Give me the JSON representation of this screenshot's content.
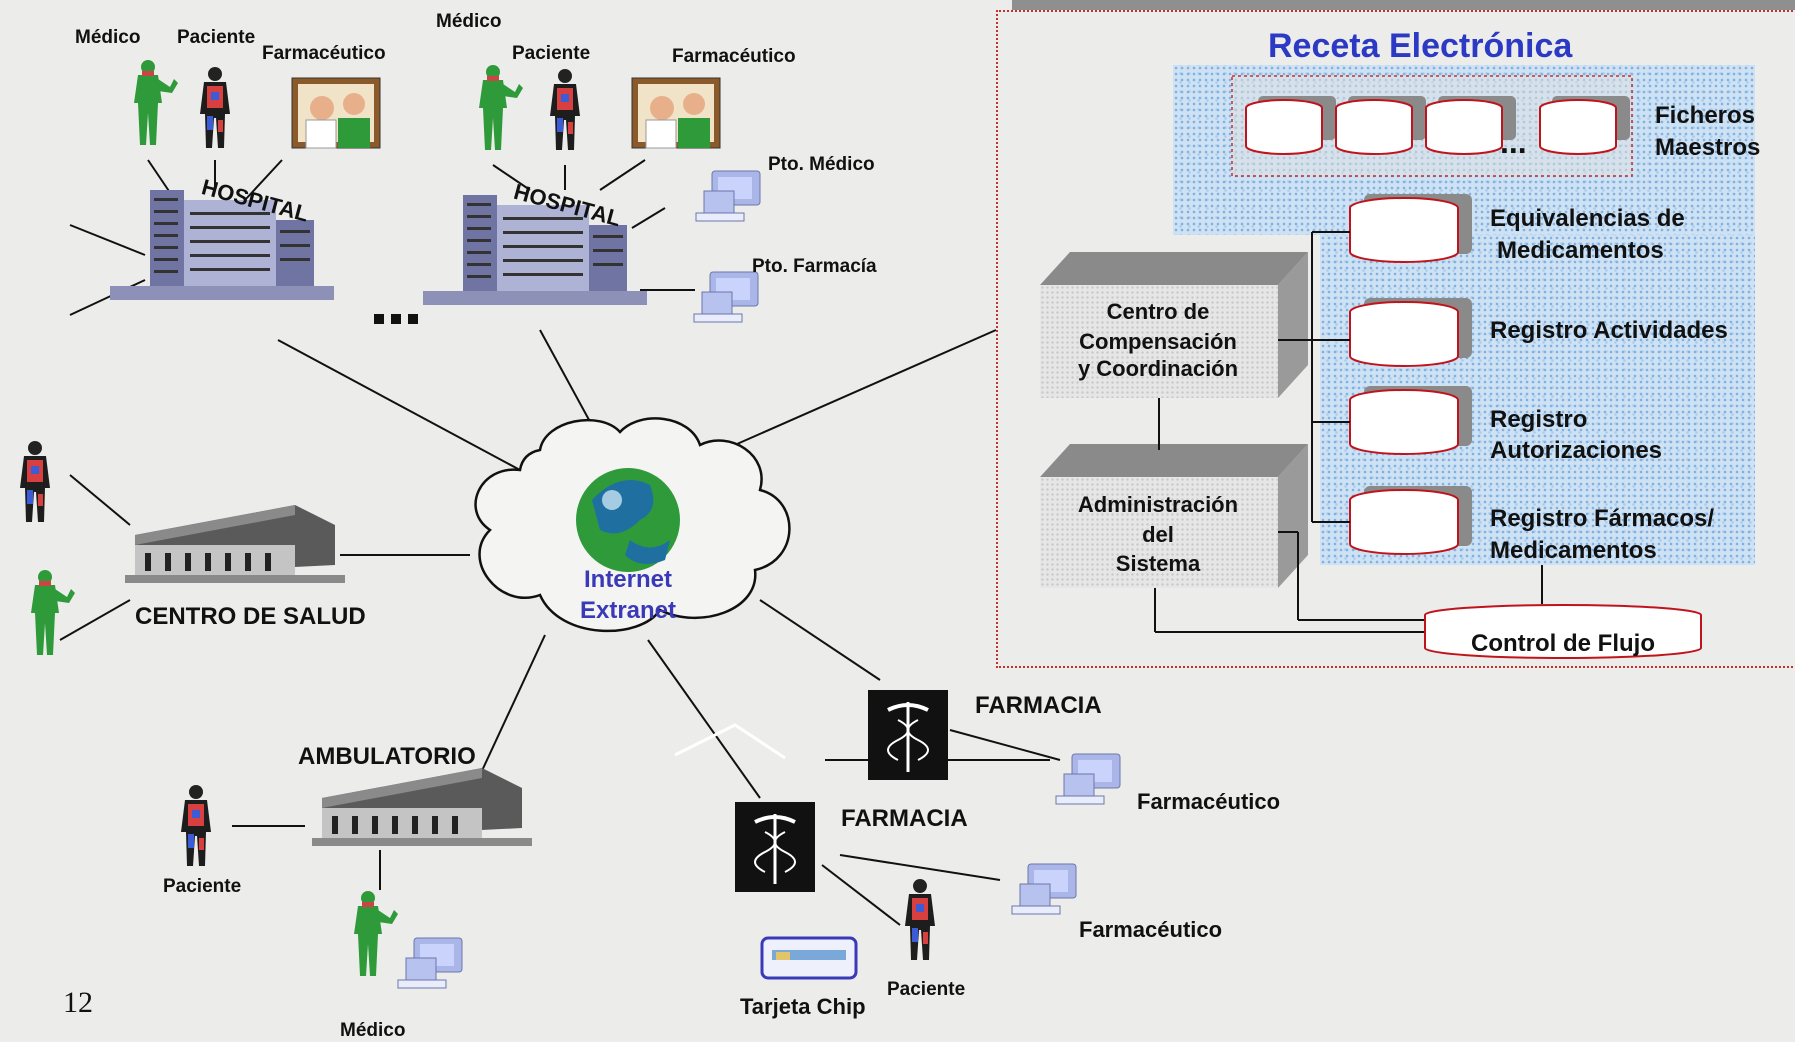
{
  "diagram": {
    "page_number": "12",
    "hospitals": {
      "hospital_a": {
        "sign": "HOSPITAL",
        "medico": "Médico",
        "paciente": "Paciente",
        "farmaceutico": "Farmacéutico"
      },
      "hospital_b": {
        "sign": "HOSPITAL",
        "medico": "Médico",
        "paciente": "Paciente",
        "farmaceutico": "Farmacéutico"
      },
      "ellipsis": "...",
      "pto_medico": "Pto. Médico",
      "pto_farmacia": "Pto. Farmacía"
    },
    "network": {
      "line1": "Internet",
      "line2": "Extranet"
    },
    "centro_salud": "CENTRO DE SALUD",
    "ambulatorio": {
      "name": "AMBULATORIO",
      "paciente": "Paciente",
      "medico": "Médico"
    },
    "farmacia_1": {
      "name": "FARMACIA",
      "farmaceutico": "Farmacéutico"
    },
    "farmacia_2": {
      "name": "FARMACIA",
      "farmaceutico": "Farmacéutico",
      "paciente": "Paciente",
      "tarjeta": "Tarjeta Chip"
    },
    "receta": {
      "title": "Receta Electrónica",
      "ficheros_1": "Ficheros",
      "ficheros_2": "Maestros",
      "dots": "...",
      "centro_1": "Centro de",
      "centro_2": "Compensación",
      "centro_3": "y Coordinación",
      "admin_1": "Administración",
      "admin_2": "del",
      "admin_3": "Sistema",
      "db1_1": "Equivalencias de",
      "db1_2": "Medicamentos",
      "db2": "Registro Actividades",
      "db3_1": "Registro",
      "db3_2": "Autorizaciones",
      "db4_1": "Registro Fármacos/",
      "db4_2": "Medicamentos",
      "control": "Control de Flujo"
    },
    "colors": {
      "accent_title": "#2b39c4",
      "network_text": "#3a3ab8",
      "db_outline": "#c0141c",
      "doctor": "#2f9a3a",
      "panel_border": "#c43030"
    }
  }
}
